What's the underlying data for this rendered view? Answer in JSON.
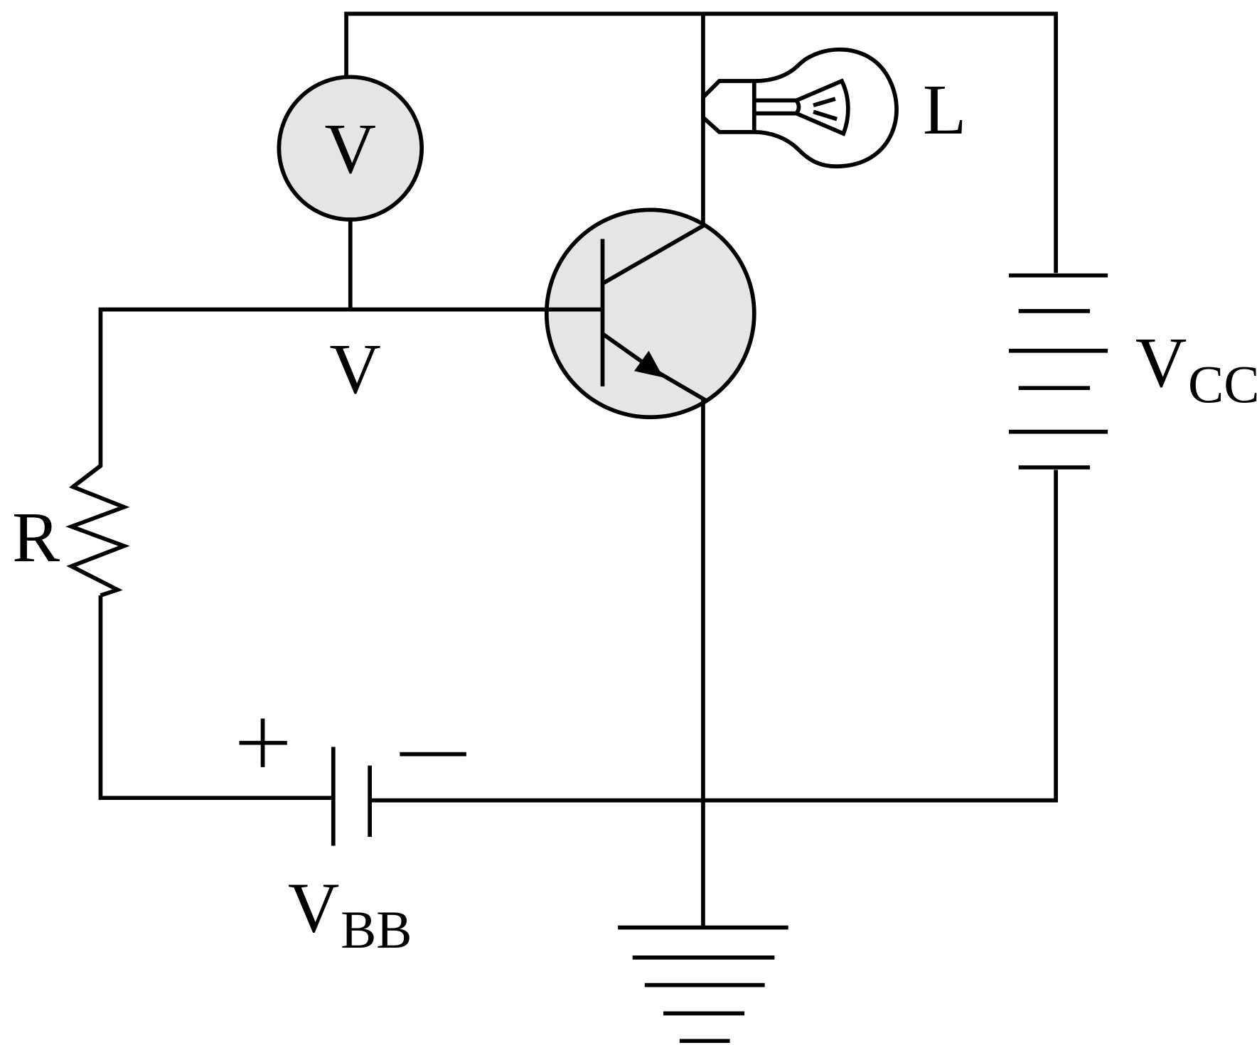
{
  "diagram": {
    "type": "circuit-schematic",
    "description": "NPN transistor switching circuit with lamp load",
    "colors": {
      "line": "#000000",
      "component_fill": "#e5e5e5",
      "background": "#ffffff"
    },
    "components": {
      "voltmeter": {
        "symbol": "V"
      },
      "transistor": {
        "kind": "NPN bipolar junction transistor"
      },
      "lamp": {
        "label": "L"
      },
      "collector_supply": {
        "label_main": "V",
        "label_sub": "CC",
        "cells": 3
      },
      "base_supply": {
        "label_main": "V",
        "label_sub": "BB",
        "plus": "+",
        "minus": "—"
      },
      "resistor": {
        "label": "R"
      },
      "ground": {
        "symbol": "ground"
      }
    },
    "labels": {
      "base_voltage": "V"
    }
  }
}
